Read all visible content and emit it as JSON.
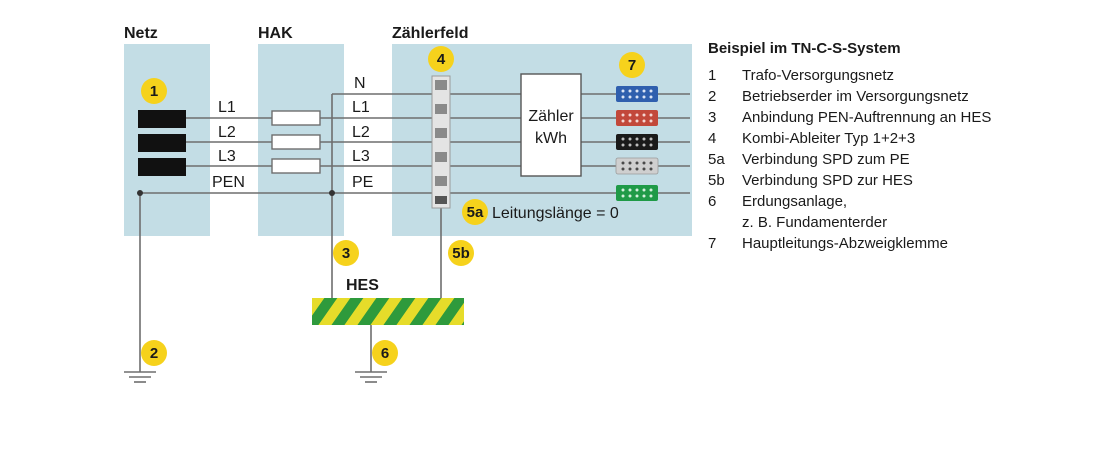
{
  "sections": {
    "netz": "Netz",
    "hak": "HAK",
    "zaehlerfeld": "Zählerfeld"
  },
  "conductors_left": [
    "L1",
    "L2",
    "L3",
    "PEN"
  ],
  "conductors_right": [
    "N",
    "L1",
    "L2",
    "L3",
    "PE"
  ],
  "meter": {
    "line1": "Zähler",
    "line2": "kWh"
  },
  "hes_label": "HES",
  "cable_length_note": "Leitungslänge = 0",
  "badges": {
    "b1": "1",
    "b2": "2",
    "b3": "3",
    "b4": "4",
    "b5a": "5a",
    "b5b": "5b",
    "b6": "6",
    "b7": "7"
  },
  "legend": {
    "title": "Beispiel im TN-C-S-System",
    "items": [
      {
        "num": "1",
        "text": "Trafo-Versorgungsnetz"
      },
      {
        "num": "2",
        "text": "Betriebserder im Versorgungsnetz"
      },
      {
        "num": "3",
        "text": "Anbindung PEN-Auftrennung an HES"
      },
      {
        "num": "4",
        "text": "Kombi-Ableiter Typ 1+2+3"
      },
      {
        "num": "5a",
        "text": "Verbindung SPD zum PE"
      },
      {
        "num": "5b",
        "text": "Verbindung SPD zur HES"
      },
      {
        "num": "6",
        "text": "Erdungsanlage,"
      },
      {
        "num": "",
        "text": "z. B. Fundamenterder"
      },
      {
        "num": "7",
        "text": "Hauptleitungs-Abzweigklemme"
      }
    ]
  },
  "colors": {
    "panel": "#c3dde5",
    "badge": "#f6d21c",
    "wire": "#6e6e6e",
    "hes_green": "#2e9a3c",
    "hes_yellow": "#e6dc2a",
    "terminal_blue": "#2f5fae",
    "terminal_red": "#c2483a",
    "terminal_black": "#1a1a1a",
    "terminal_grey": "#cfcfcf",
    "terminal_green": "#1f9a47"
  }
}
